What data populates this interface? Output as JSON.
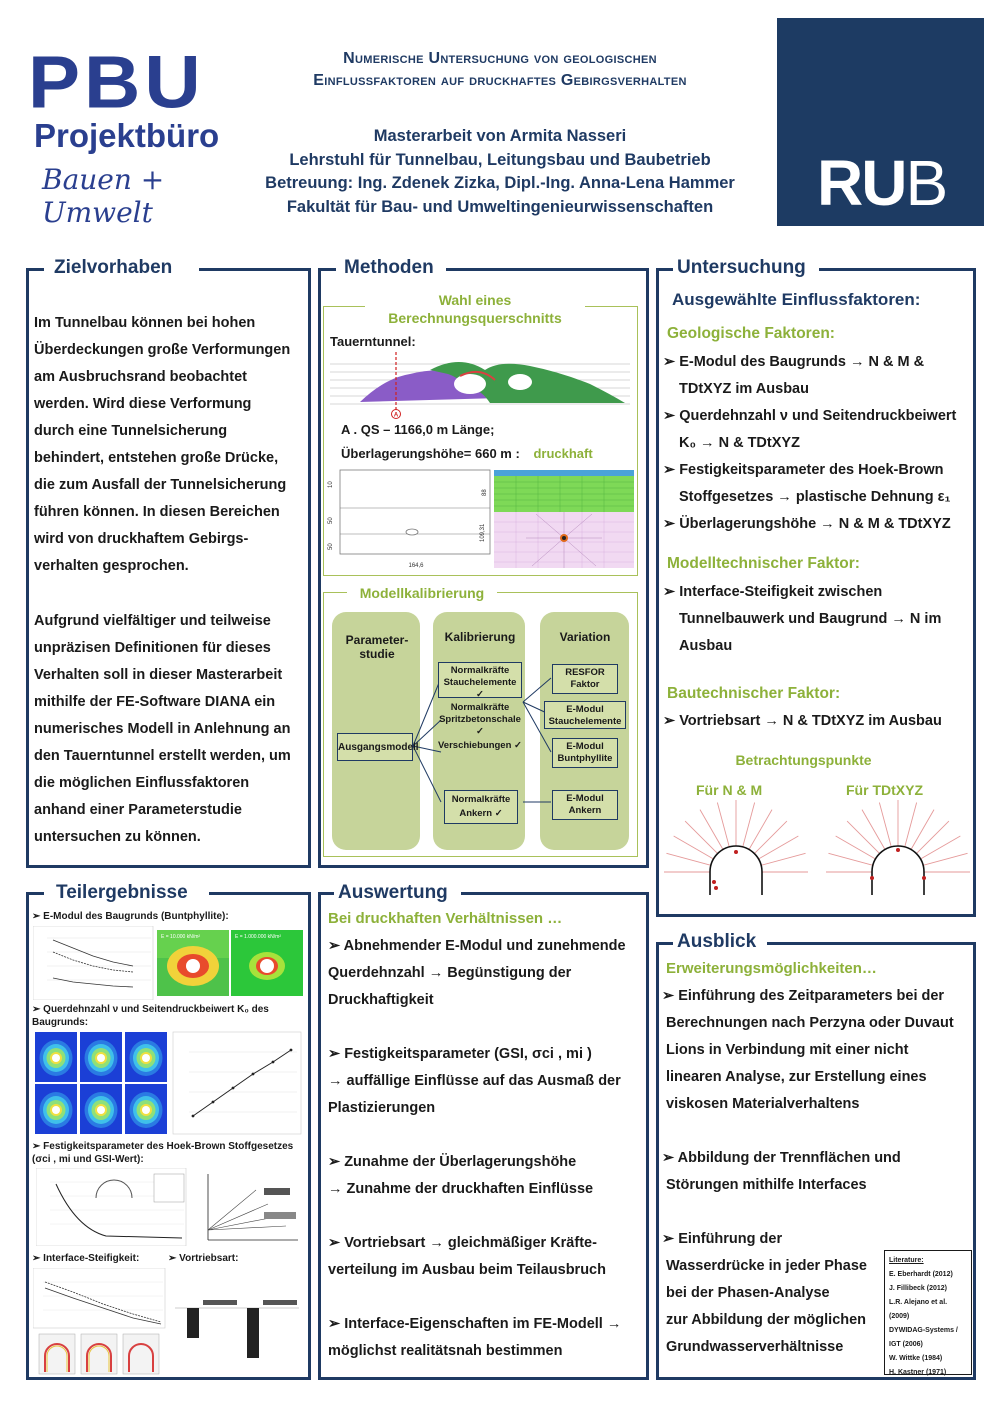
{
  "header": {
    "logo_big": "PBU",
    "logo_sub": "Projektbüro",
    "logo_script": "Bauen + Umwelt",
    "title_line1": "Numerische Untersuchung von geologischen",
    "title_line2": "Einflussfaktoren auf druckhaftes Gebirgsverhalten",
    "author_lines": [
      "Masterarbeit von Armita Nasseri",
      "Lehrstuhl für Tunnelbau, Leitungsbau und Baubetrieb",
      "Betreuung: Ing. Zdenek Zizka, Dipl.-Ing. Anna-Lena Hammer",
      "Fakultät für Bau- und Umweltingenieurwissenschaften"
    ],
    "rub_logo": "RUB"
  },
  "zielvorhaben": {
    "heading": "Zielvorhaben",
    "para1": [
      "Im Tunnelbau können bei hohen",
      "Überdeckungen große Verformungen",
      "am Ausbruchsrand beobachtet",
      "werden. Wird diese Verformung",
      "durch eine Tunnelsicherung",
      "behindert, entstehen große Drücke,",
      "die zum Ausfall der Tunnelsicherung",
      "führen können.  In diesen Bereichen",
      "wird von druckhaftem  Gebirgs-",
      "verhalten gesprochen."
    ],
    "para2": [
      "Aufgrund  vielfältiger und teilweise",
      "unpräzisen Definitionen  für dieses",
      "Verhalten soll in dieser Masterarbeit",
      "mithilfe der FE-Software DIANA ein",
      "numerisches Modell in Anlehnung an",
      "den Tauerntunnel erstellt werden, um",
      "die möglichen Einflussfaktoren",
      "anhand einer Parameterstudie",
      "untersuchen zu können."
    ]
  },
  "methoden": {
    "heading": "Methoden",
    "box1_title": "Wahl eines Berechnungsquerschnitts",
    "tunnel_label": "Tauerntunnel:",
    "marker": "A",
    "qs_text": "A . QS – 1166,0 m Länge;",
    "ueberlagerung_text": "Überlagerungshöhe= 660 m :",
    "druckhaft": "druckhaft",
    "dims": [
      "10",
      "50",
      "50",
      "88",
      "109,31",
      "164,6"
    ],
    "box2_title": "Modellkalibrierung",
    "col1_title": "Parameter-studie",
    "col2_title": "Kalibrierung",
    "col3_title": "Variation",
    "ausgangsmodell": "Ausgangsmodell",
    "kal_items": [
      "Normalkräfte Stauchelemente ✓",
      "Normalkräfte Spritzbetonschale ✓",
      "Verschiebungen ✓",
      "Normalkräfte Ankern ✓"
    ],
    "var_items": [
      "RESFOR Faktor",
      "E-Modul Stauchelemente",
      "E-Modul Buntphyllite",
      "E-Modul Ankern"
    ]
  },
  "untersuchung": {
    "heading": "Untersuchung",
    "sub_title": "Ausgewählte Einflussfaktoren:",
    "geo_title": "Geologische Faktoren:",
    "geo_items": [
      [
        "E-Modul des Baugrunds → N & M &",
        "TDtXYZ im Ausbau"
      ],
      [
        "Querdehnzahl ν und Seitendruckbeiwert",
        "K₀ → N & TDtXYZ"
      ],
      [
        "Festigkeitsparameter des Hoek-Brown",
        "Stoffgesetzes  → plastische Dehnung ε₁"
      ],
      [
        "Überlagerungshöhe → N & M & TDtXYZ"
      ]
    ],
    "mod_title": "Modelltechnischer Faktor:",
    "mod_items": [
      [
        "Interface-Steifigkeit zwischen",
        "Tunnelbauwerk und Baugrund → N im",
        "Ausbau"
      ]
    ],
    "bau_title": "Bautechnischer Faktor:",
    "bau_items": [
      [
        "Vortriebsart → N & TDtXYZ im Ausbau"
      ]
    ],
    "betr_title": "Betrachtungspunkte",
    "betr_left": "Für N & M",
    "betr_right": "Für TDtXYZ"
  },
  "teilergebnisse": {
    "heading": "Teilergebnisse",
    "items": [
      "E-Modul des Baugrunds (Buntphyllite):",
      "Querdehnzahl ν und Seitendruckbeiwert K₀ des Baugrunds:",
      "Festigkeitsparameter des Hoek-Brown Stoffgesetzes (σci , mi und GSI-Wert):",
      "Interface-Steifigkeit:",
      "Vortriebsart:"
    ],
    "emod_labels": [
      "E = 10.000 kN/m²",
      "E = 1.000.000 kN/m²"
    ]
  },
  "auswertung": {
    "heading": "Auswertung",
    "intro": "Bei druckhaften Verhältnissen …",
    "items": [
      [
        "Abnehmender E-Modul und zunehmende",
        "Querdehnzahl → Begünstigung der",
        "Druckhaftigkeit"
      ],
      [
        "Festigkeitsparameter (GSI, σci , mi )",
        "→ auffällige Einflüsse auf das Ausmaß der",
        "Plastizierungen"
      ],
      [
        "Zunahme der Überlagerungshöhe",
        "→ Zunahme der druckhaften Einflüsse"
      ],
      [
        "Vortriebsart → gleichmäßiger Kräfte-",
        "verteilung im Ausbau beim Teilausbruch"
      ],
      [
        "Interface-Eigenschaften im FE-Modell →",
        "möglichst realitätsnah bestimmen"
      ]
    ]
  },
  "ausblick": {
    "heading": "Ausblick",
    "intro": "Erweiterungsmöglichkeiten…",
    "items": [
      [
        "Einführung des Zeitparameters bei der",
        "Berechnungen nach Perzyna oder Duvaut",
        "Lions in Verbindung mit einer nicht",
        "linearen Analyse, zur Erstellung eines",
        "viskosen Materialverhaltens"
      ],
      [
        "Abbildung der Trennflächen und",
        "Störungen mithilfe Interfaces"
      ],
      [
        "Einführung der",
        "Wasserdrücke in jeder Phase",
        "bei der Phasen-Analyse",
        "zur Abbildung der möglichen",
        "Grundwasserverhältnisse"
      ]
    ],
    "literature_title": "Literature:",
    "literature": [
      "E. Eberhardt (2012)",
      "J. Fillibeck (2012)",
      "L.R. Alejano et al. (2009)",
      "DYWIDAG-Systems / IGT (2006)",
      "W. Wittke (1984)",
      "H. Kastner (1971)"
    ]
  },
  "colors": {
    "navy": "#1f3a63",
    "green": "#8db13a",
    "pbu_blue": "#2a3f8f"
  }
}
